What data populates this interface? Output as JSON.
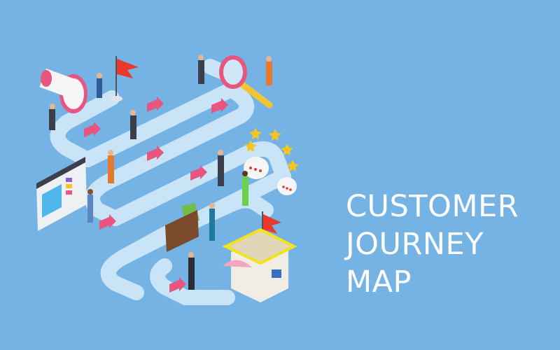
{
  "title": {
    "line1": "CUSTOMER",
    "line2": "JOURNEY",
    "line3": "MAP"
  },
  "colors": {
    "background": "#74b3e3",
    "path": "#c9e4f6",
    "accent_pink": "#e8557f",
    "flag_red": "#e8392f",
    "star_yellow": "#f7c520",
    "text": "#ffffff"
  },
  "illustration": {
    "elements": [
      "megaphone",
      "flag",
      "magnifying-glass",
      "signpost-arrows",
      "star-rating-arc",
      "speech-bubbles",
      "web-browser-window",
      "wallet-with-cash",
      "storefront",
      "people"
    ]
  }
}
